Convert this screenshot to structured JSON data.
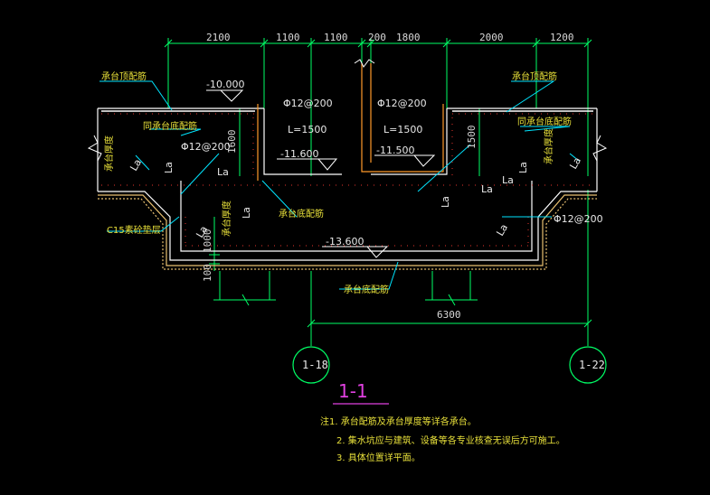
{
  "dimensions": {
    "top": [
      "2100",
      "1100",
      "1100",
      "200",
      "1800",
      "2000",
      "1200"
    ],
    "bottom": "6300",
    "side_1600": "1600",
    "side_1500": "1500",
    "side_1000": "1000",
    "side_100": "100"
  },
  "elevations": {
    "top_left": "-10.000",
    "mid_left": "-11.600",
    "mid_right": "-11.500",
    "bottom": "-13.600"
  },
  "rebar": {
    "left_top": "Φ12@200",
    "right_top": "Φ12@200",
    "left_side": "Φ12@200",
    "right_side": "Φ12@200",
    "len_left": "L=1500",
    "len_right": "L=1500"
  },
  "anchor": {
    "la": "La"
  },
  "labels": {
    "top_bar_left": "承台顶配筋",
    "top_bar_right": "承台顶配筋",
    "same_bottom_left": "同承台底配筋",
    "same_bottom_right": "同承台底配筋",
    "thick_left": "承台厚度",
    "thick_right": "承台厚度",
    "thick_mid": "承台厚度",
    "bottom_bar_mid": "承台底配筋",
    "bottom_bar_low": "承台底配筋",
    "cushion": "C15素砼垫层"
  },
  "axes": {
    "left": "1-18",
    "right": "1-22"
  },
  "section_title": "1-1",
  "notes": [
    "注1. 承台配筋及承台厚度等详各承台。",
    "2. 集水坑应与建筑、设备等各专业核查无误后方可施工。",
    "3. 具体位置详平面。"
  ],
  "colors": {
    "background": "#000000",
    "concrete": "#ffffff",
    "rebar": "#e6342c",
    "dim": "#00ff66",
    "leader": "#00e5ff",
    "cushion": "#e8c070",
    "title": "#e040e0"
  }
}
